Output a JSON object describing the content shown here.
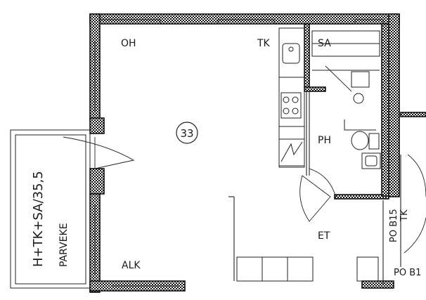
{
  "plan": {
    "rooms": {
      "living": "OH",
      "kitchen": "TK",
      "sauna": "SA",
      "wash": "PH",
      "hall": "ET",
      "alcove": "ALK"
    },
    "apartment_number": "33",
    "balcony": {
      "type_text": "H+TK+SA/35,5",
      "label": "PARVEKE"
    },
    "neighbor_labels": {
      "tk": "TK",
      "pob15": "PO B15",
      "pob1": "PO B1"
    }
  }
}
